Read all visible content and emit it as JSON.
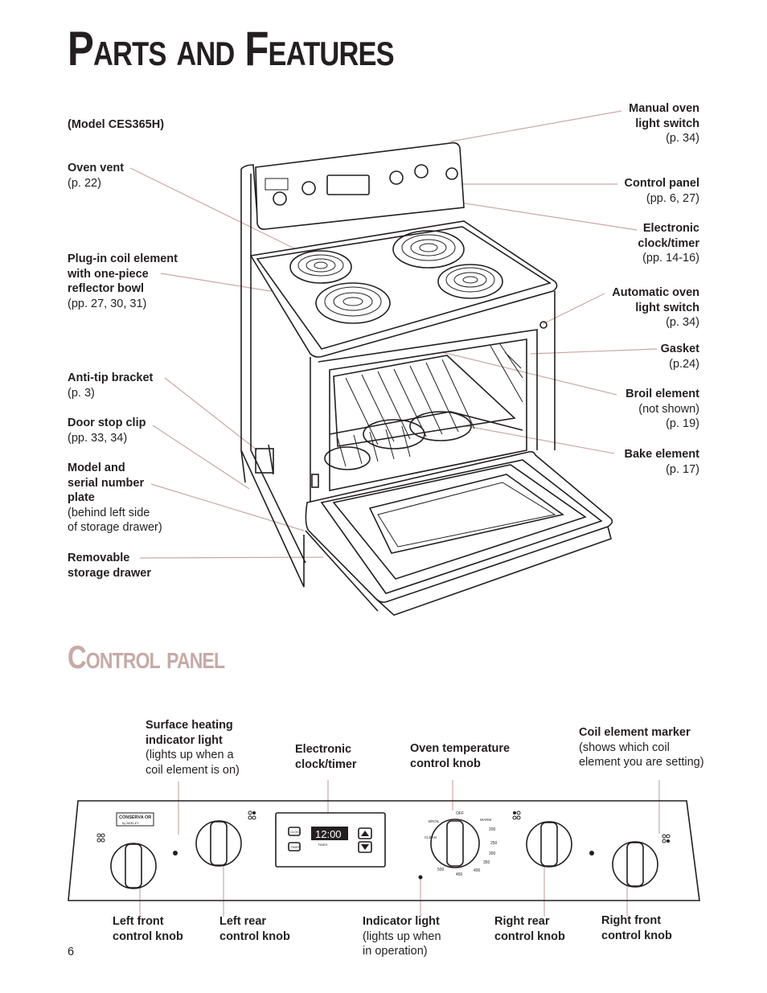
{
  "page": {
    "title": "Parts and Features",
    "panel_title": "Control panel",
    "page_number": "6",
    "model": "(Model CES365H)"
  },
  "left_labels": [
    {
      "id": "oven-vent",
      "bold": [
        "Oven vent"
      ],
      "normal": [
        "(p. 22)"
      ]
    },
    {
      "id": "plugin-coil",
      "bold": [
        "Plug-in coil element",
        "with one-piece",
        "reflector bowl"
      ],
      "normal": [
        "(pp. 27, 30, 31)"
      ]
    },
    {
      "id": "anti-tip",
      "bold": [
        "Anti-tip bracket"
      ],
      "normal": [
        "(p. 3)"
      ]
    },
    {
      "id": "door-stop",
      "bold": [
        "Door stop clip"
      ],
      "normal": [
        "(pp. 33, 34)"
      ]
    },
    {
      "id": "model-plate",
      "bold": [
        "Model and",
        "serial number",
        "plate"
      ],
      "normal": [
        "(behind left side",
        "of storage drawer)"
      ]
    },
    {
      "id": "storage-drawer",
      "bold": [
        "Removable",
        "storage drawer"
      ],
      "normal": []
    }
  ],
  "right_labels": [
    {
      "id": "manual-light",
      "bold": [
        "Manual oven",
        "light switch"
      ],
      "normal": [
        "(p. 34)"
      ]
    },
    {
      "id": "control-panel",
      "bold": [
        "Control panel"
      ],
      "normal": [
        "(pp. 6, 27)"
      ]
    },
    {
      "id": "clock-timer",
      "bold": [
        "Electronic",
        "clock/timer"
      ],
      "normal": [
        "(pp. 14-16)"
      ]
    },
    {
      "id": "auto-light",
      "bold": [
        "Automatic oven",
        "light switch"
      ],
      "normal": [
        "(p. 34)"
      ]
    },
    {
      "id": "gasket",
      "bold": [
        "Gasket"
      ],
      "normal": [
        "(p.24)"
      ]
    },
    {
      "id": "broil",
      "bold": [
        "Broil element"
      ],
      "normal": [
        "(not shown)",
        "(p. 19)"
      ]
    },
    {
      "id": "bake",
      "bold": [
        "Bake element"
      ],
      "normal": [
        "(p. 17)"
      ]
    }
  ],
  "panel_top_labels": [
    {
      "id": "surface-indicator",
      "bold": [
        "Surface heating",
        "indicator light"
      ],
      "normal": [
        "(lights up when a",
        "coil element is on)"
      ]
    },
    {
      "id": "panel-clock",
      "bold": [
        "Electronic",
        "clock/timer"
      ],
      "normal": []
    },
    {
      "id": "oven-temp",
      "bold": [
        "Oven temperature",
        "control knob"
      ],
      "normal": []
    },
    {
      "id": "coil-marker",
      "bold": [
        "Coil element marker"
      ],
      "normal": [
        "(shows which coil",
        "element you are setting)"
      ]
    }
  ],
  "panel_bottom_labels": [
    {
      "id": "left-front",
      "bold": [
        "Left front",
        "control knob"
      ],
      "normal": []
    },
    {
      "id": "left-rear",
      "bold": [
        "Left rear",
        "control knob"
      ],
      "normal": []
    },
    {
      "id": "indicator",
      "bold": [
        "Indicator light"
      ],
      "normal": [
        "(lights up when",
        "in operation)"
      ]
    },
    {
      "id": "right-rear",
      "bold": [
        "Right rear",
        "control knob"
      ],
      "normal": []
    },
    {
      "id": "right-front",
      "bold": [
        "Right front",
        "control knob"
      ],
      "normal": []
    }
  ],
  "panel_display": {
    "brand_line1": "CONSERVA OR",
    "brand_line2": "by BAKLEY",
    "clock_value": "12:00",
    "clock_button": "CLOCK",
    "timer_button": "TIMER",
    "timer_sub": "TIMER",
    "temp_marks": [
      "OFF",
      "BROIL",
      "WARM",
      "CLEAN",
      "200",
      "250",
      "300",
      "350",
      "400",
      "450",
      "500"
    ]
  }
}
